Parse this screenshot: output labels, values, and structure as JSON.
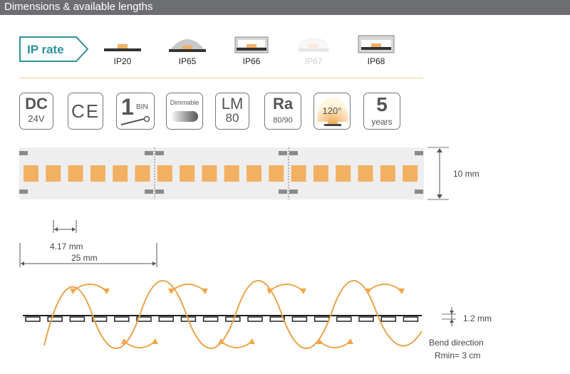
{
  "header": {
    "title": "Dimensions & available lengths"
  },
  "ip_rate": {
    "label": "IP rate",
    "items": [
      "IP20",
      "IP65",
      "IP66",
      "IP67",
      "IP68"
    ]
  },
  "badges": {
    "dc": {
      "top": "DC",
      "bottom": "24V"
    },
    "ce": {
      "text": "CE"
    },
    "bin": {
      "number": "1",
      "label": "BIN"
    },
    "dimmable": {
      "label": "Dimmable"
    },
    "lm": {
      "top": "LM",
      "bottom": "80"
    },
    "ra": {
      "top": "Ra",
      "bottom": "80/90"
    },
    "angle": {
      "label": "120°"
    },
    "warranty": {
      "top": "5",
      "bottom": "years"
    }
  },
  "dimensions": {
    "width": "10 mm",
    "led_pitch": "4.17 mm",
    "cut_length": "25 mm",
    "thickness": "1.2 mm",
    "bend_direction": "Bend direction",
    "bend_radius": "Rmin= 3 cm"
  },
  "colors": {
    "header": "#6d6e71",
    "accent": "#2f8f9c",
    "led": "#f2b063",
    "strip": "#eeeeee",
    "pad": "#8a8a8a",
    "separator": "#f3cf86"
  }
}
